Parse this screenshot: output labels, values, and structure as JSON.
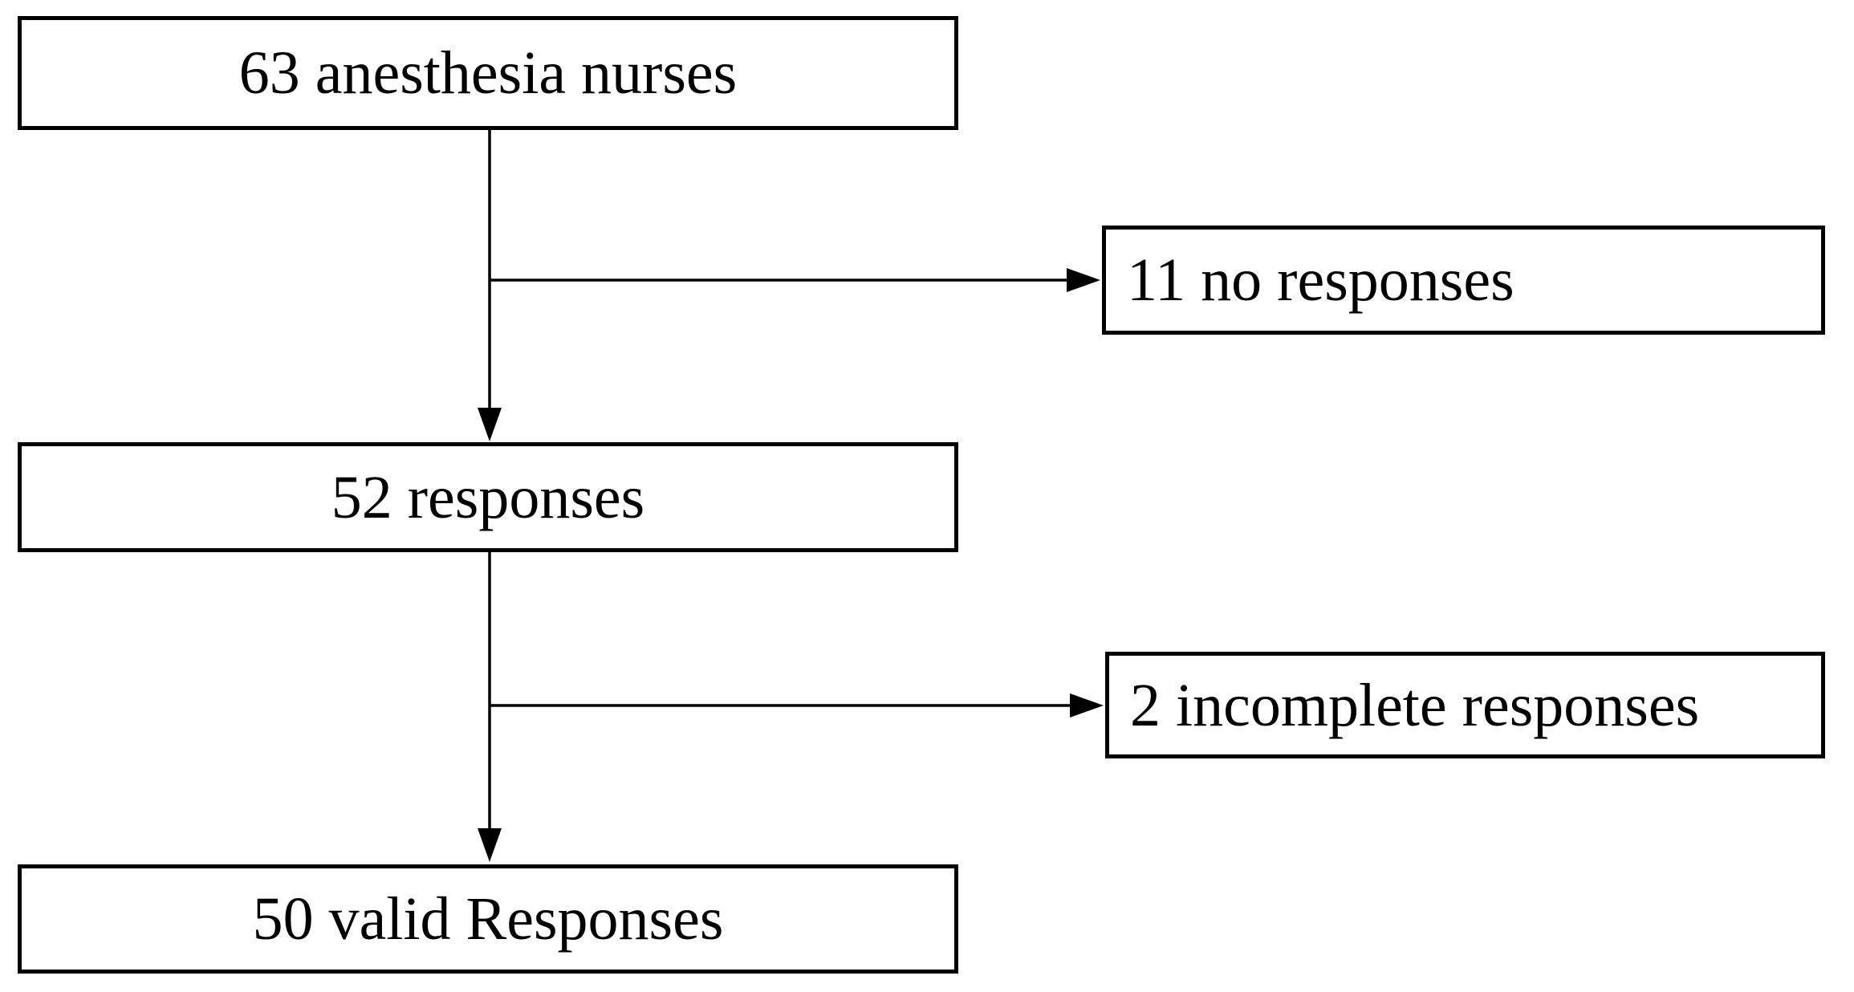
{
  "diagram": {
    "type": "flowchart",
    "background_color": "#ffffff",
    "border_color": "#000000",
    "text_color": "#000000",
    "nodes": [
      {
        "id": "anesthesia-nurses",
        "label": "63 anesthesia nurses",
        "count": 63,
        "column": "main",
        "row": 1
      },
      {
        "id": "no-responses",
        "label": "11 no responses",
        "count": 11,
        "column": "exclusion",
        "row": 1
      },
      {
        "id": "responses",
        "label": "52 responses",
        "count": 52,
        "column": "main",
        "row": 2
      },
      {
        "id": "incomplete-responses",
        "label": "2 incomplete responses",
        "count": 2,
        "column": "exclusion",
        "row": 2
      },
      {
        "id": "valid-responses",
        "label": "50 valid Responses",
        "count": 50,
        "column": "main",
        "row": 3
      }
    ],
    "edges": [
      {
        "from": "anesthesia-nurses",
        "to": "responses",
        "direction": "down"
      },
      {
        "from": "anesthesia-nurses",
        "to": "no-responses",
        "direction": "right"
      },
      {
        "from": "responses",
        "to": "valid-responses",
        "direction": "down"
      },
      {
        "from": "responses",
        "to": "incomplete-responses",
        "direction": "right"
      }
    ]
  }
}
